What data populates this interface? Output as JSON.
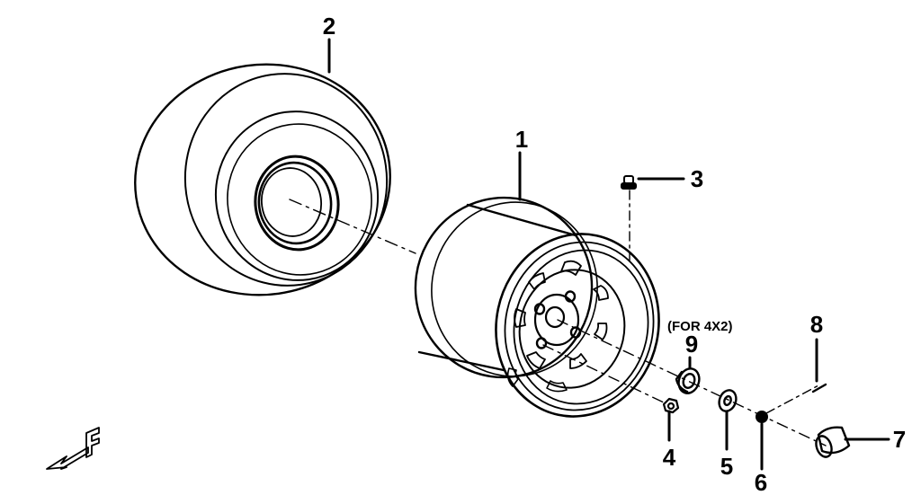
{
  "parts": [
    {
      "number": "1",
      "name": "wheel rim"
    },
    {
      "number": "2",
      "name": "tire"
    },
    {
      "number": "3",
      "name": "valve stem"
    },
    {
      "number": "4",
      "name": "lug nut"
    },
    {
      "number": "5",
      "name": "washer"
    },
    {
      "number": "6",
      "name": "axle nut"
    },
    {
      "number": "7",
      "name": "cap"
    },
    {
      "number": "8",
      "name": "cotter pin"
    },
    {
      "number": "9",
      "name": "spacer"
    }
  ],
  "note": "(FOR 4X2)",
  "front_marker": "F",
  "icons": [
    "front-direction-arrow-icon"
  ]
}
